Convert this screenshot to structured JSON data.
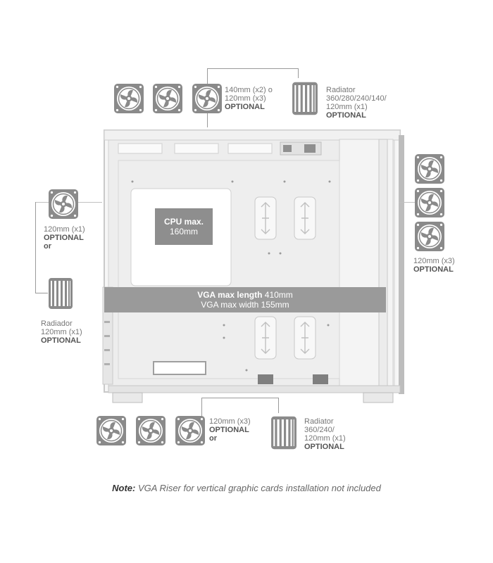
{
  "labels": {
    "top_fans": {
      "line1": "140mm (x2) o",
      "line2": "120mm (x3)",
      "line3": "OPTIONAL"
    },
    "top_radiator": {
      "line1": "Radiator",
      "line2": "360/280/240/140/",
      "line3": "120mm (x1)",
      "line4": "OPTIONAL"
    },
    "rear_fan": {
      "line1": "120mm (x1)",
      "line2": "OPTIONAL",
      "line3": "or"
    },
    "rear_radiator": {
      "line1": "Radiador",
      "line2": "120mm (x1)",
      "line3": "OPTIONAL"
    },
    "front_fans": {
      "line1": "120mm (x3)",
      "line2": "OPTIONAL"
    },
    "bottom_fans": {
      "line1": "120mm (x3)",
      "line2": "OPTIONAL",
      "line3": "or"
    },
    "bottom_radiator": {
      "line1": "Radiator",
      "line2": "360/240/",
      "line3": "120mm (x1)",
      "line4": "OPTIONAL"
    }
  },
  "cpu": {
    "title": "CPU max.",
    "value": "160mm"
  },
  "vga": {
    "length_label": "VGA max length",
    "length_value": "410mm",
    "width_line": "VGA max width 155mm"
  },
  "note": {
    "prefix": "Note:",
    "text": "VGA Riser for vertical graphic cards installation not included"
  },
  "icons": {
    "fan": "fan-icon",
    "radiator": "radiator-icon"
  }
}
